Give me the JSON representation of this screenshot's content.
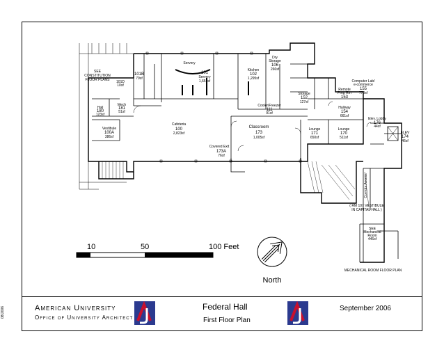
{
  "title_block": {
    "org_name": "American University",
    "org_office": "Office of University Architect",
    "building": "Federal Hall",
    "plan_name": "First Floor Plan",
    "date": "September 2006",
    "side_stamp": "08/2006"
  },
  "scale_bar": {
    "label_10": "10",
    "label_50": "50",
    "label_100": "100 Feet"
  },
  "north_label": "North",
  "rooms": [
    {
      "id": "see-constitution",
      "text": "SEE\nCONSTITUTION\nFLOOR PLANS"
    },
    {
      "id": "r101d",
      "text": "101D\n10sf"
    },
    {
      "id": "r101b",
      "text": "101B\n79sf"
    },
    {
      "id": "r101",
      "text": "Servery\n101\nServery\n1,651sf"
    },
    {
      "id": "r102",
      "text": "Kitchen\n102\n1,295sf"
    },
    {
      "id": "r106",
      "text": "Dry\nStorage\n106\n266sf"
    },
    {
      "id": "r180",
      "text": "Hall\n180\n123sf"
    },
    {
      "id": "r181",
      "text": "Mech\n181\n51sf"
    },
    {
      "id": "r100",
      "text": "Cafeteria\n100\n2,823sf"
    },
    {
      "id": "r100a",
      "text": "Vestibule\n100A\n386sf"
    },
    {
      "id": "r173a",
      "text": "Covered Exit\n173A\n76sf"
    },
    {
      "id": "r173",
      "text": "Classroom\n173\n1,005sf"
    },
    {
      "id": "r171",
      "text": "Lounge\n171\n650sf"
    },
    {
      "id": "r170",
      "text": "Lounge\n170\n511sf"
    },
    {
      "id": "r111",
      "text": "Cooler/Freezer\n111\n91sf"
    },
    {
      "id": "r155",
      "text": "Computer Lab/\ne-commerce\n155\n770sf"
    },
    {
      "id": "r152",
      "text": "Storage\n152\n127sf"
    },
    {
      "id": "r154",
      "text": "Hallway\n154\n661sf"
    },
    {
      "id": "r168",
      "text": "Elev. Lobby\n176\n44sf"
    },
    {
      "id": "elev",
      "text": "ELEV\n174\n46sf"
    },
    {
      "id": "r153",
      "text": "Remote\nPrep Rm\n153"
    },
    {
      "id": "mech-ref",
      "text": "( RM 107 VESTIBULE\nIN CAPITAL HALL )"
    },
    {
      "id": "mech-rm",
      "text": "SEE\nMechanical\nRoom\n446sf"
    },
    {
      "id": "mech-title",
      "text": "MECHANICAL ROOM FLOOR PLAN"
    },
    {
      "id": "corridor",
      "text": "Corridor\nAccess"
    }
  ]
}
